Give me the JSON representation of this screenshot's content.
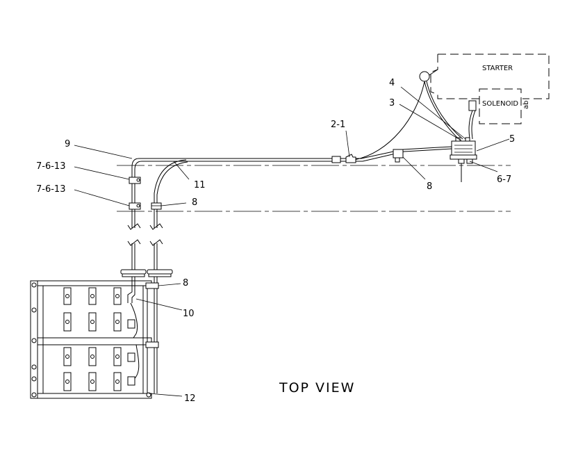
{
  "title": "TOP VIEW",
  "components": {
    "starter": "STARTER",
    "solenoid": "SOLENOID",
    "solenoid_side_mark": "ab"
  },
  "callouts": {
    "c_2_1": "2-1",
    "c_3": "3",
    "c_4": "4",
    "c_5": "5",
    "c_6_7": "6-7",
    "c_8_right": "8",
    "c_9": "9",
    "c_7_6_13_a": "7-6-13",
    "c_7_6_13_b": "7-6-13",
    "c_11": "11",
    "c_8_mid": "8",
    "c_8_lower": "8",
    "c_10": "10",
    "c_12": "12"
  }
}
